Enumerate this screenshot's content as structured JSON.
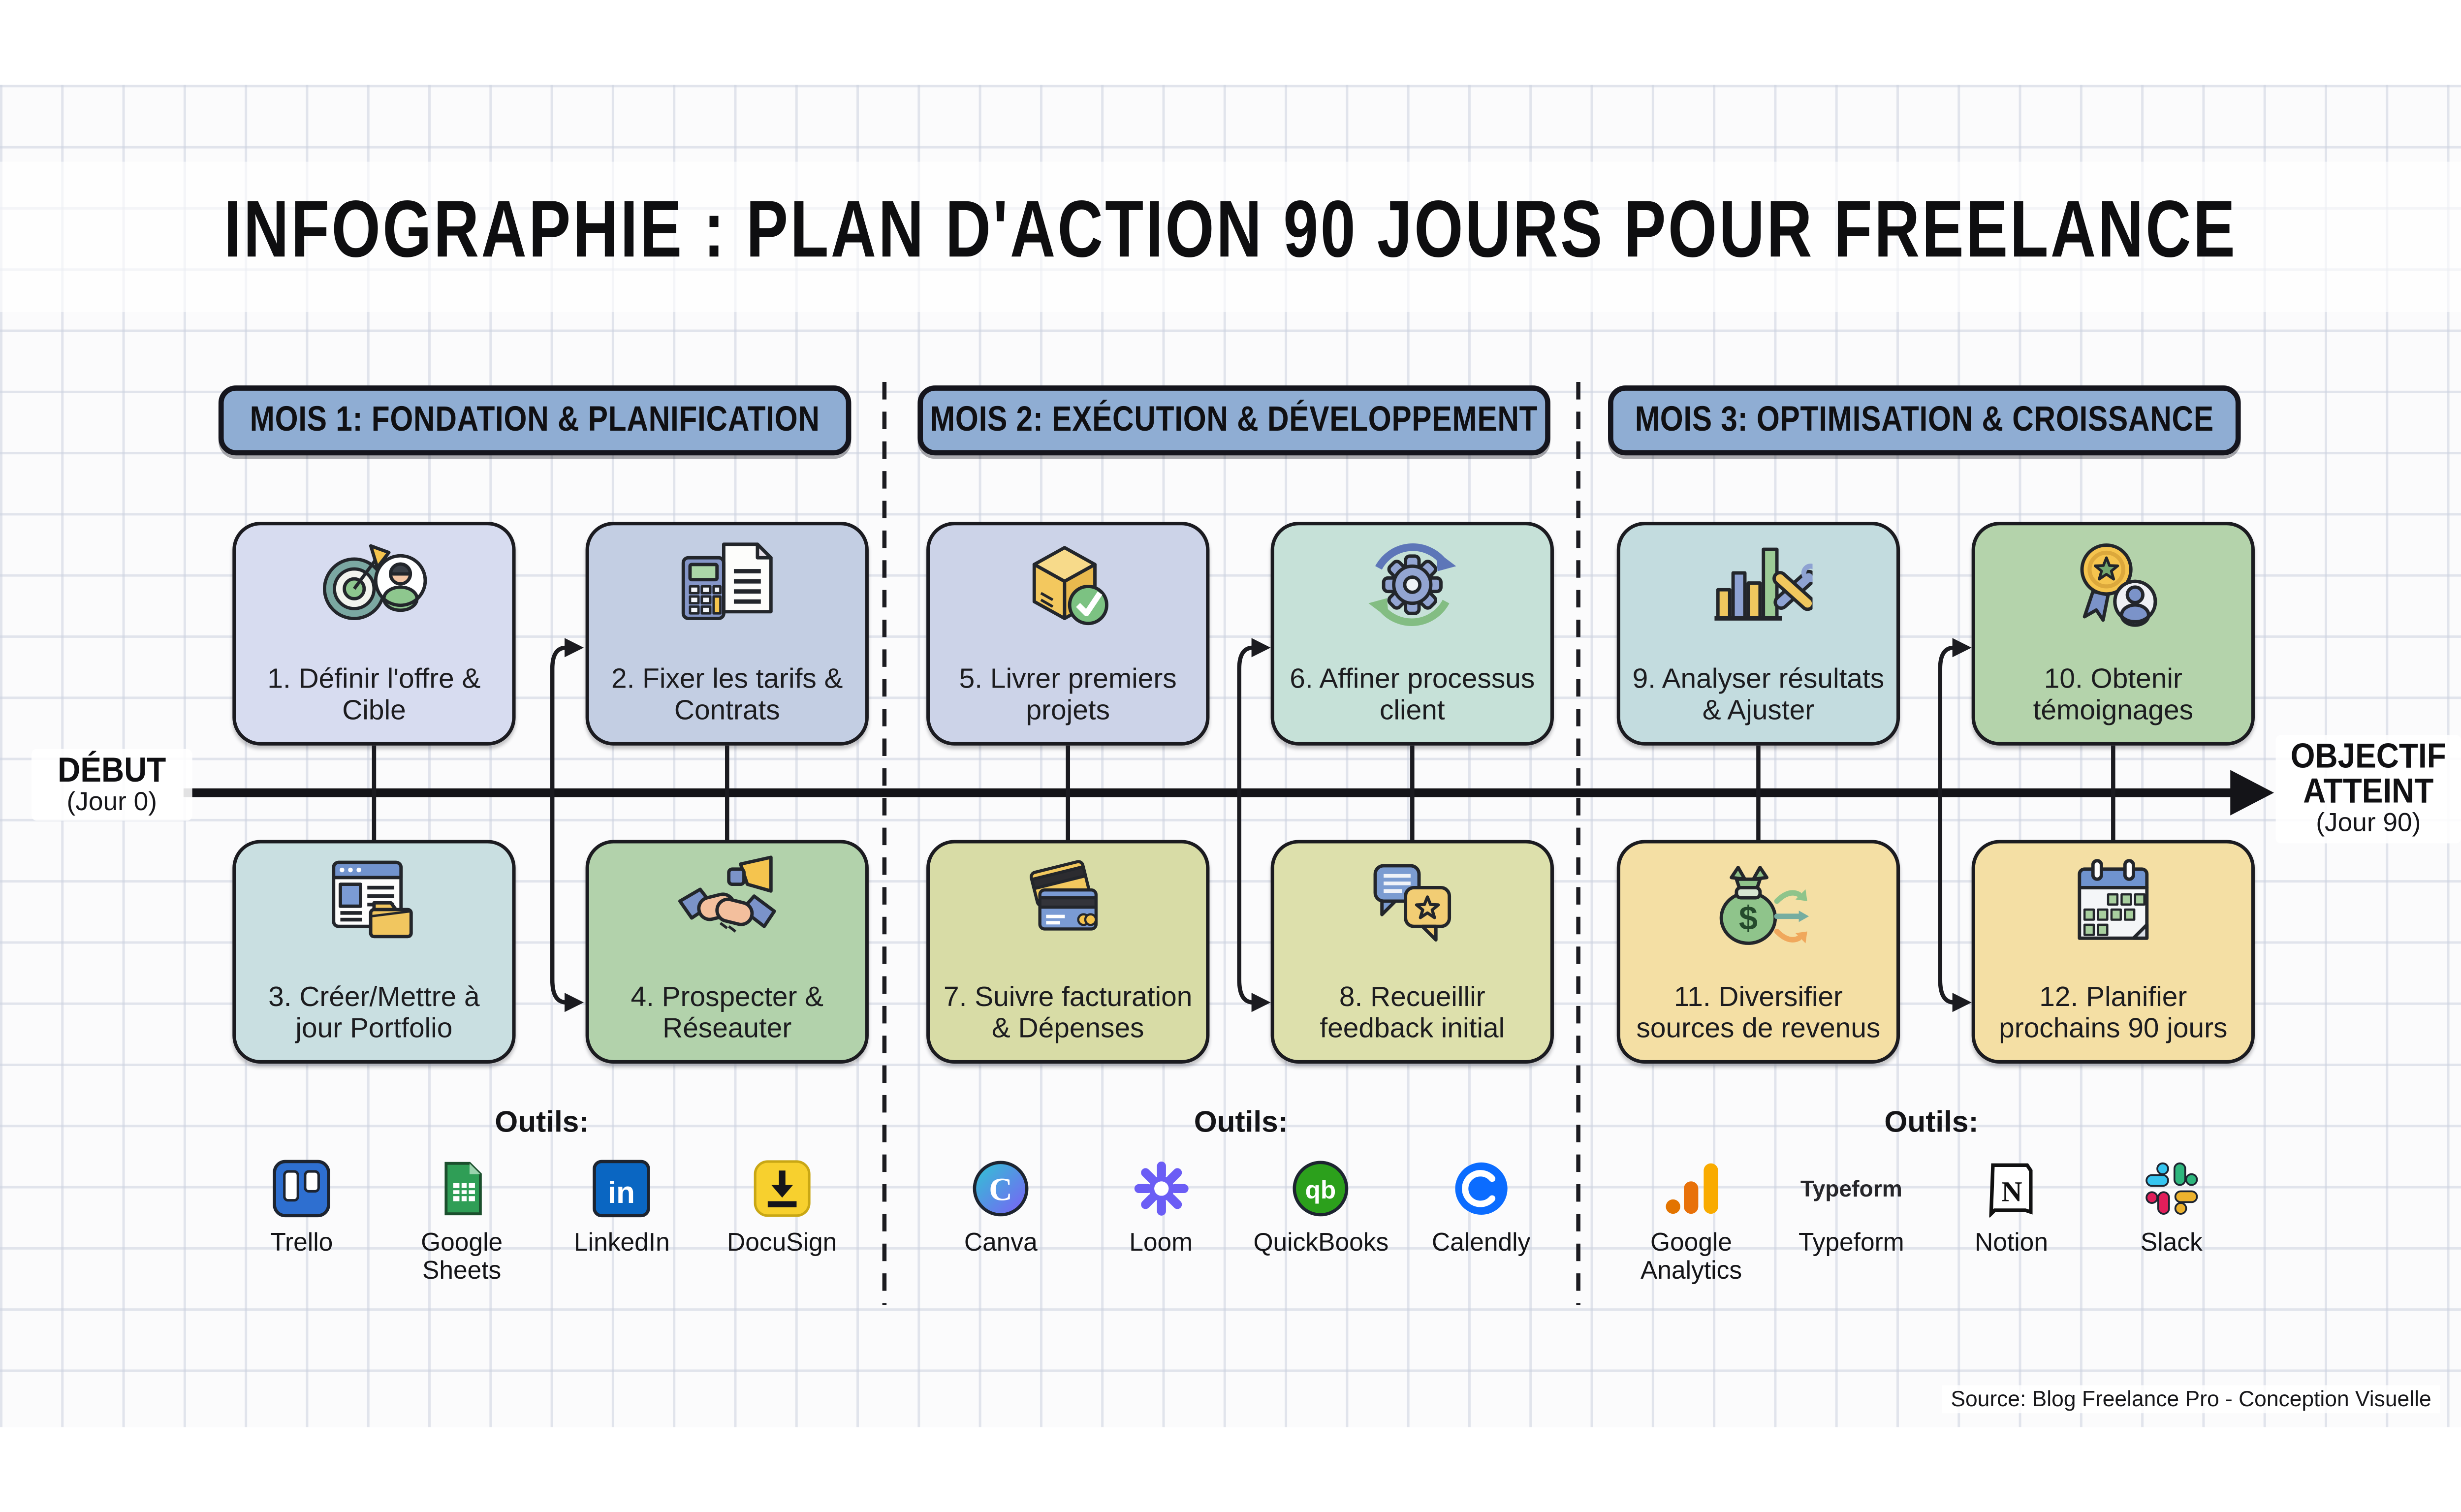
{
  "title": "INFOGRAPHIE : PLAN D'ACTION 90 JOURS POUR FREELANCE",
  "source": "Source: Blog Freelance Pro - Conception Visuelle",
  "timeline": {
    "start_label": "DÉBUT",
    "start_sub": "(Jour 0)",
    "end_label_1": "OBJECTIF",
    "end_label_2": "ATTEINT",
    "end_sub": "(Jour 90)"
  },
  "colors": {
    "month_header_fill": "#8fadd3",
    "grid_line": "#ccd1df",
    "line_black": "#1b1b20"
  },
  "months": [
    {
      "header": "MOIS 1: FONDATION & PLANIFICATION",
      "tools_label": "Outils:",
      "cards": [
        {
          "label": "1. Définir l'offre & Cible",
          "icon": "target-person",
          "color": "#d7dcf0"
        },
        {
          "label": "2. Fixer les tarifs & Contrats",
          "icon": "calculator-contract",
          "color": "#c3cee3"
        },
        {
          "label": "3. Créer/Mettre à jour Portfolio",
          "icon": "browser-folder",
          "color": "#c9dfe1"
        },
        {
          "label": "4. Prospecter & Réseauter",
          "icon": "handshake-megaphone",
          "color": "#b2d2ab"
        }
      ],
      "tools": [
        {
          "name": "Trello",
          "icon": "trello"
        },
        {
          "name": "Google Sheets",
          "icon": "google-sheets"
        },
        {
          "name": "LinkedIn",
          "icon": "linkedin"
        },
        {
          "name": "DocuSign",
          "icon": "docusign"
        }
      ]
    },
    {
      "header": "MOIS 2: EXÉCUTION & DÉVELOPPEMENT",
      "tools_label": "Outils:",
      "cards": [
        {
          "label": "5. Livrer premiers projets",
          "icon": "box-check",
          "color": "#ccd3e8"
        },
        {
          "label": "6. Affiner processus client",
          "icon": "gear-refresh",
          "color": "#c6e1d8"
        },
        {
          "label": "7. Suivre facturation & Dépenses",
          "icon": "credit-cards",
          "color": "#d8dca6"
        },
        {
          "label": "8. Recueillir feedback initial",
          "icon": "feedback-bubbles",
          "color": "#dde0ac"
        }
      ],
      "tools": [
        {
          "name": "Canva",
          "icon": "canva"
        },
        {
          "name": "Loom",
          "icon": "loom"
        },
        {
          "name": "QuickBooks",
          "icon": "quickbooks"
        },
        {
          "name": "Calendly",
          "icon": "calendly"
        }
      ]
    },
    {
      "header": "MOIS 3: OPTIMISATION & CROISSANCE",
      "tools_label": "Outils:",
      "cards": [
        {
          "label": "9. Analyser résultats & Ajuster",
          "icon": "chart-tools",
          "color": "#c3dcdf"
        },
        {
          "label": "10. Obtenir témoignages",
          "icon": "award-person",
          "color": "#b4d3ab"
        },
        {
          "label": "11. Diversifier sources de revenus",
          "icon": "money-bag-arrows",
          "color": "#f4dfa4"
        },
        {
          "label": "12. Planifier prochains 90 jours",
          "icon": "calendar",
          "color": "#f4dfa4"
        }
      ],
      "tools": [
        {
          "name": "Google Analytics",
          "icon": "google-analytics"
        },
        {
          "name": "Typeform",
          "icon": "typeform-wordmark"
        },
        {
          "name": "Notion",
          "icon": "notion"
        },
        {
          "name": "Slack",
          "icon": "slack"
        }
      ]
    }
  ]
}
